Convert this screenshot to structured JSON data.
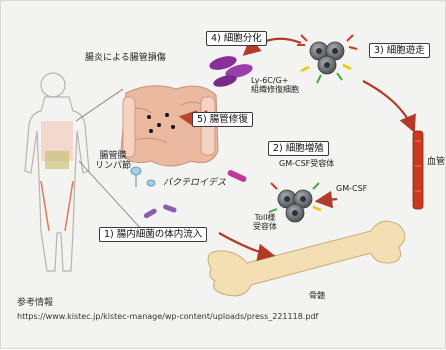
{
  "labels": {
    "step1": "1) 腸内細菌の体内流入",
    "step2": "2) 細胞増殖",
    "step3": "3) 細胞遊走",
    "step4": "4) 細胞分化",
    "step5": "5) 腸管修復",
    "enteritis": "腸炎による腸管損傷",
    "lymph_node": "腸管膜\nリンパ節",
    "ly6c": "Ly-6C/G+\n組織修復細胞",
    "gmcsf_receptor": "GM-CSF受容体",
    "gmcsf": "GM-CSF",
    "tlr": "Toll様\n受容体",
    "bacteroides": "バクテロイデス",
    "blood_vessel": "血管",
    "bone_marrow": "骨髄"
  },
  "reference": {
    "heading": "参考情報",
    "url": "https://www.kistec.jp/kistec-manage/wp-content/uploads/press_221118.pdf"
  },
  "colors": {
    "arrow": "#b23a26",
    "vessel": "#c8391e",
    "bone": "#f2dfb4",
    "intestine": "#e9b49a",
    "cell": "#6b6f74",
    "cell_dark": "#3e4246",
    "receptor_red": "#d8361f",
    "receptor_green": "#48a845",
    "receptor_yellow": "#f2c200",
    "purple": "#8a2f9a"
  },
  "icons": [
    "human-body-icon",
    "intestine-icon",
    "bone-icon",
    "blood-vessel-icon",
    "immune-cell-icon",
    "bacteria-icon"
  ]
}
